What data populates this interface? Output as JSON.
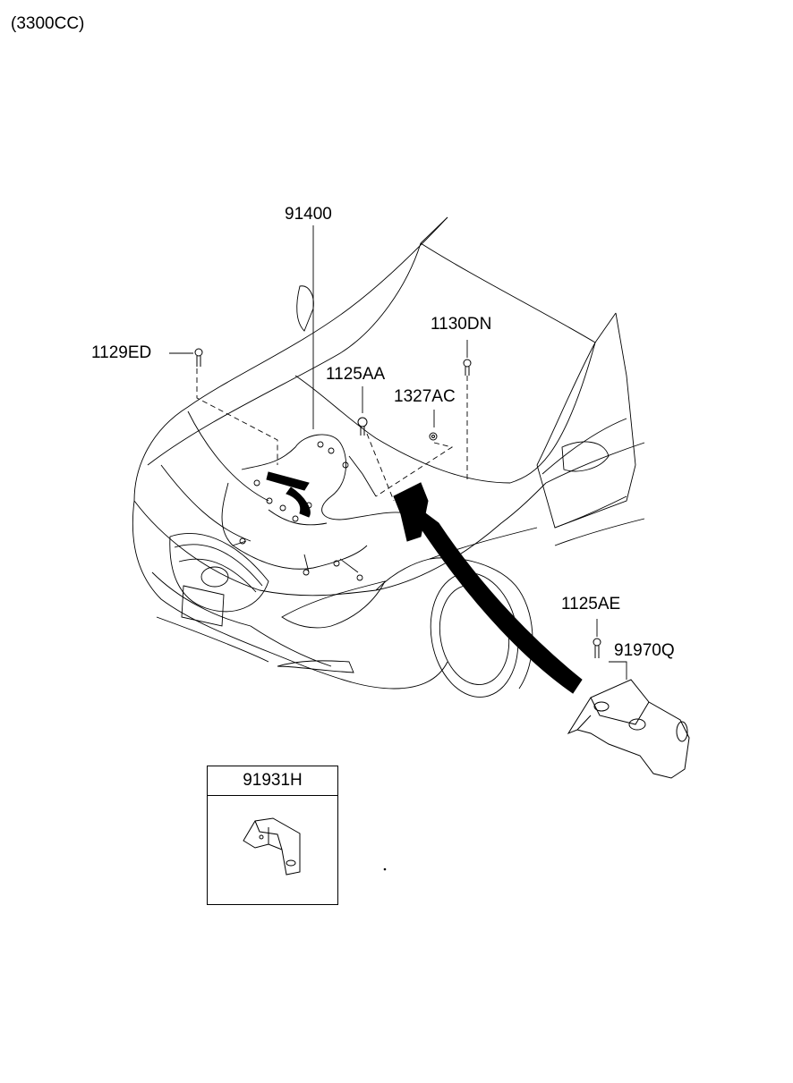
{
  "variant": "(3300CC)",
  "parts": {
    "harness": "91400",
    "screw_left": "1129ED",
    "bolt_center": "1125AA",
    "clip": "1327AC",
    "screw_right": "1130DN",
    "bolt_bracket": "1125AE",
    "bracket_cover": "91970Q",
    "inset_bracket": "91931H"
  }
}
